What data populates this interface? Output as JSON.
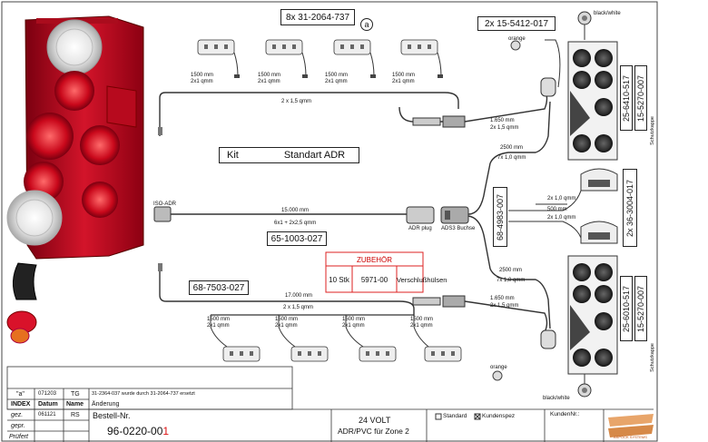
{
  "parts": {
    "marker_group_top": "8x 31-2064-737",
    "marker_group_top_circle": "a",
    "orange_top_part": "2x 15-5412-017",
    "kit_label": "Kit",
    "kit_standard": "Standart ADR",
    "main_cable_part": "65-1003-027",
    "rear_cable_part": "68-7503-027",
    "distributor_part": "68-4983-007",
    "lamp_top_part_a": "25-6410-517",
    "lamp_top_part_b": "15-5270-007",
    "lamp_bottom_part_a": "25-6010-517",
    "lamp_bottom_part_b": "15-5270-007",
    "side_marker_part": "2x 36-3004-017",
    "cap_top": "Schutzkappe",
    "cap_bottom": "Schutzkappe",
    "bw_top": "black/white",
    "bw_bottom": "black/white",
    "orange_label_top": "orange",
    "orange_label_bottom": "orange"
  },
  "cables": {
    "marker_len": "1500 mm",
    "marker_cs": "2x1 qmm",
    "top_run_cs": "2 x 1,5 qmm",
    "lamp_top_len": "1.650 mm",
    "lamp_top_cs": "2x 1,5 qmm",
    "branch_top_len": "2500 mm",
    "branch_top_cs": "7x 1,0 qmm",
    "main_len": "15.000 mm",
    "main_cs": "6x1 + 2x2,5 qmm",
    "adr_plug": "ADR plug",
    "adr_socket": "ADS3 Buchse",
    "side_a_cs": "2x 1,0 qmm",
    "side_len": "500 mm",
    "side_b_cs": "2x 1,0 qmm",
    "branch_bot_len": "2500 mm",
    "branch_bot_cs": "7x 1,0 qmm",
    "rear_len": "17.000 mm",
    "rear_cs": "2 x 1,5 qmm",
    "lamp_bot_len": "1.650 mm",
    "lamp_bot_cs": "2x 1,5 qmm",
    "plug_label": "ISO-ADR"
  },
  "accessory": {
    "header": "ZUBEHÖR",
    "qty": "10 Stk",
    "part": "5971-00",
    "desc": "Verschlußhülsen"
  },
  "title_block": {
    "rev_index": "\"a\"",
    "rev_date": "071203",
    "rev_name": "TG",
    "rev_change": "31-2364-037 wurde durch 31-2064-737 ersetzt",
    "h_index": "INDEX",
    "h_date": "Datum",
    "h_name": "Name",
    "h_change": "Änderung",
    "gez": "gez.",
    "gez_date": "061121",
    "gez_name": "RS",
    "gepr": "gepr.",
    "geprueft": "Prüfert",
    "order_label": "Bestell-Nr.",
    "order_no_prefix": "96-0220-00",
    "order_no_suffix": "1",
    "voltage": "24 VOLT",
    "spec": "ADR/PVC für Zone 2",
    "standard": "Standard",
    "kundenspez": "Kundenspez",
    "kunden_nr": "KundenNr.:",
    "logo_text": "ASPÖCK SYSTEMS"
  }
}
